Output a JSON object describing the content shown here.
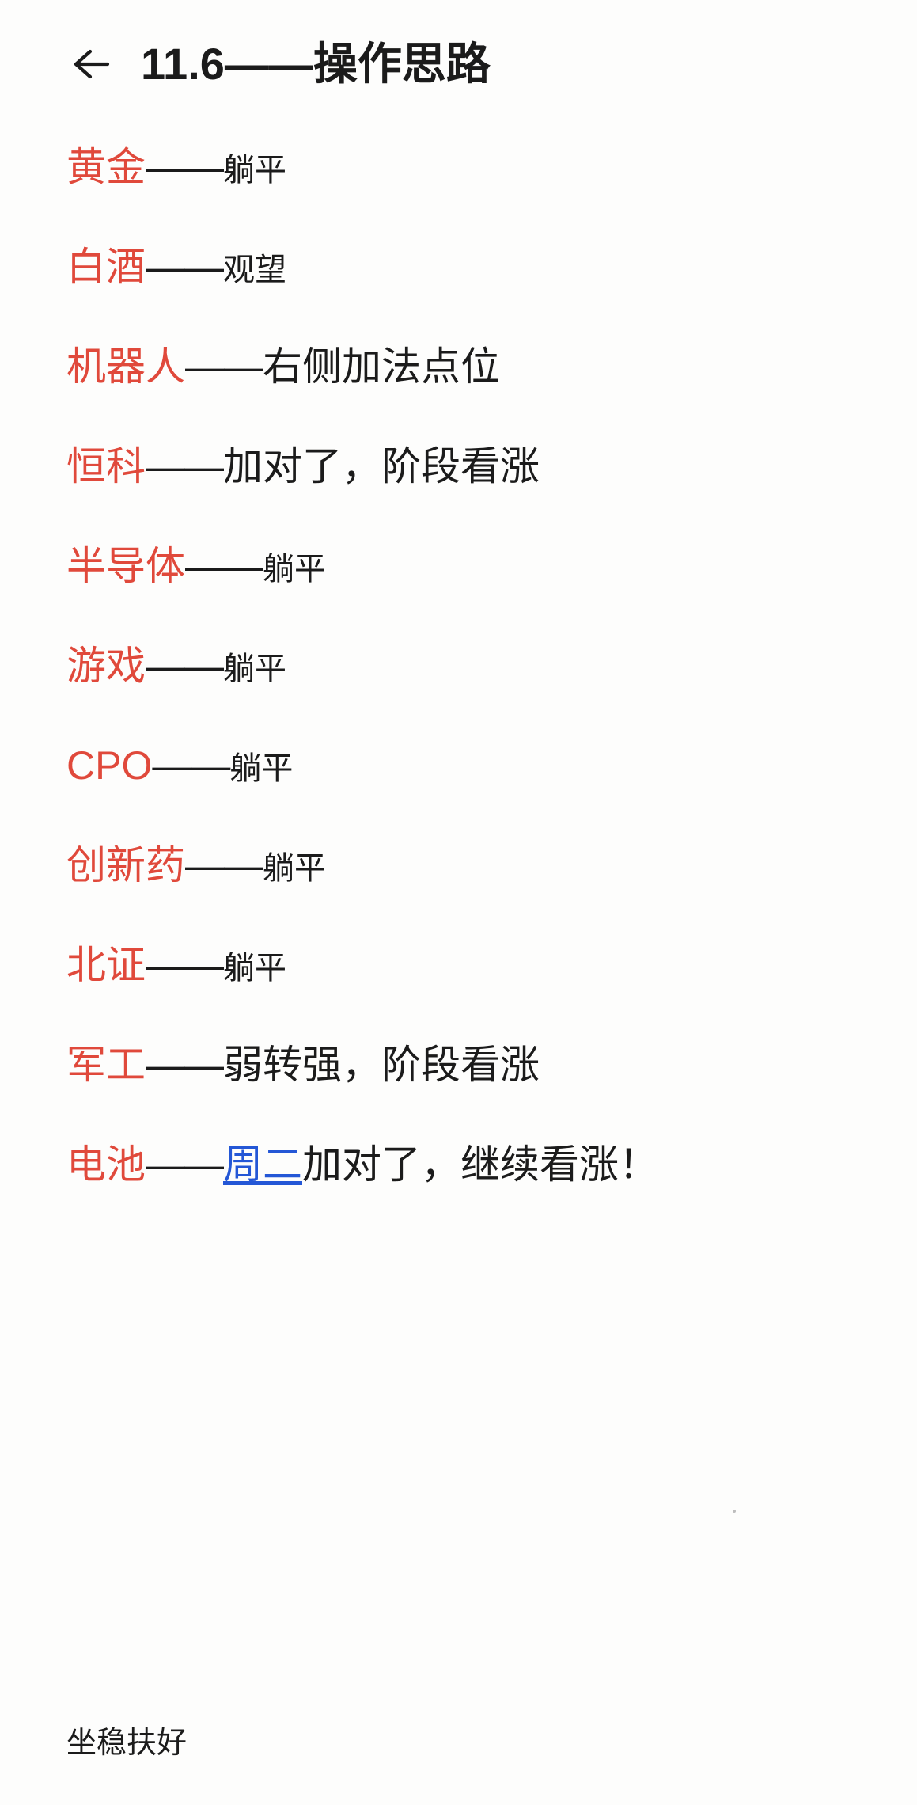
{
  "header": {
    "back_icon": "arrow-left-icon",
    "title": "11.6——操作思路"
  },
  "separator": "——",
  "rows": [
    {
      "label": "黄金",
      "desc": "躺平",
      "size": "small"
    },
    {
      "label": "白酒",
      "desc": "观望",
      "size": "small"
    },
    {
      "label": "机器人",
      "desc": "右侧加法点位",
      "size": "big"
    },
    {
      "label": "恒科",
      "desc": "加对了，阶段看涨",
      "size": "big"
    },
    {
      "label": "半导体",
      "desc": "躺平",
      "size": "small"
    },
    {
      "label": "游戏",
      "desc": "躺平",
      "size": "small"
    },
    {
      "label": "CPO",
      "desc": "躺平",
      "size": "small"
    },
    {
      "label": "创新药",
      "desc": "躺平",
      "size": "small"
    },
    {
      "label": "北证",
      "desc": "躺平",
      "size": "small"
    },
    {
      "label": "军工",
      "desc": "弱转强，阶段看涨",
      "size": "big"
    }
  ],
  "battery_row": {
    "label": "电池",
    "link_text": "周二",
    "desc_after_link": "加对了，继续看涨！"
  },
  "footer_note": "坐稳扶好",
  "colors": {
    "label_red": "#e0493b",
    "text_black": "#1b1b1b",
    "link_blue": "#2457d6",
    "background": "#fdfdfc"
  }
}
